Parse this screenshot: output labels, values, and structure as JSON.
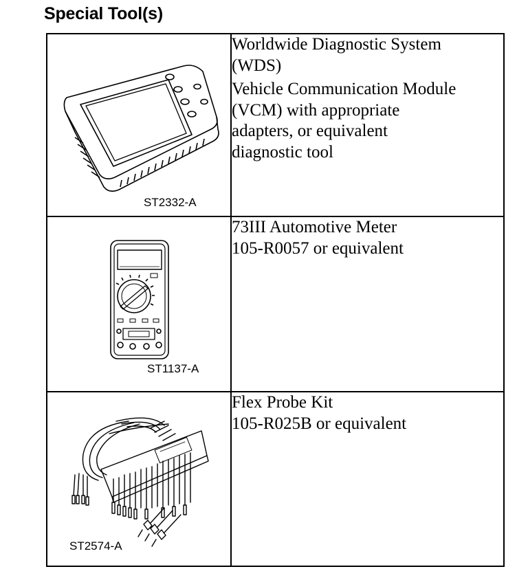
{
  "heading": "Special Tool(s)",
  "tools": [
    {
      "code": "ST2332-A",
      "icon": "diagnostic-system-icon",
      "lines": [
        "Worldwide Diagnostic System",
        "(WDS)"
      ],
      "lines2": [
        "Vehicle Communication Module",
        "(VCM) with appropriate",
        "adapters, or equivalent",
        "diagnostic tool"
      ]
    },
    {
      "code": "ST1137-A",
      "icon": "multimeter-icon",
      "lines": [
        "73III Automotive Meter",
        "105-R0057 or equivalent"
      ]
    },
    {
      "code": "ST2574-A",
      "icon": "flex-probe-kit-icon",
      "lines": [
        "Flex Probe Kit",
        "105-R025B or equivalent"
      ]
    }
  ]
}
